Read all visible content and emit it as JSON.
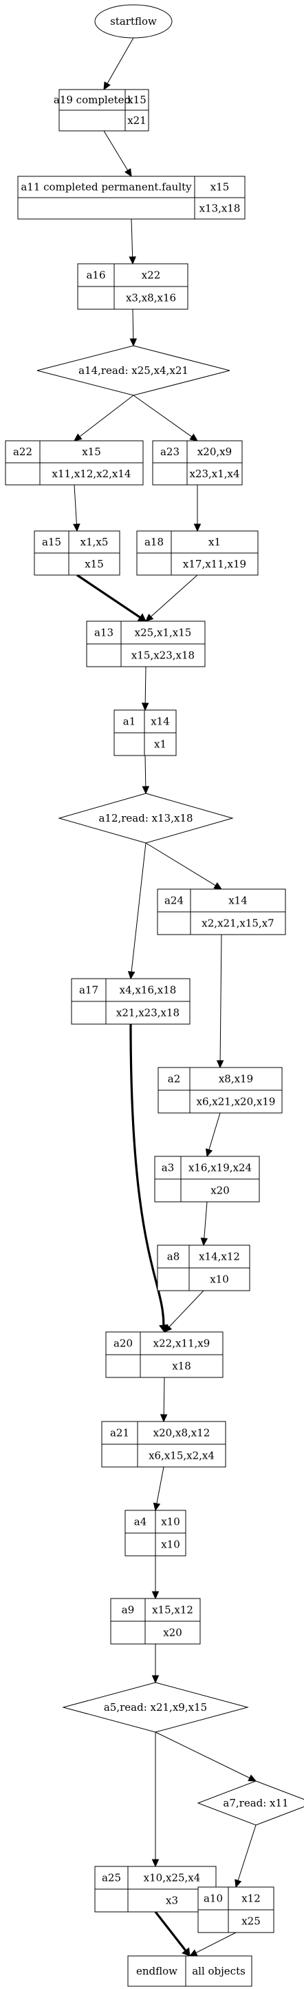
{
  "nodes": [
    {
      "id": "startflow",
      "kind": "ellipse",
      "label": "startflow"
    },
    {
      "id": "a19",
      "kind": "table",
      "name": "a19 completed",
      "top": "x15",
      "bottom": "x21"
    },
    {
      "id": "a11",
      "kind": "table",
      "name": "a11 completed permanent.faulty",
      "top": "x15",
      "bottom": "x13,x18"
    },
    {
      "id": "a16",
      "kind": "table",
      "name": "a16",
      "top": "x22",
      "bottom": "x3,x8,x16"
    },
    {
      "id": "a14",
      "kind": "diamond",
      "label": "a14,read: x25,x4,x21"
    },
    {
      "id": "a22",
      "kind": "table",
      "name": "a22",
      "top": "x15",
      "bottom": "x11,x12,x2,x14"
    },
    {
      "id": "a23",
      "kind": "table",
      "name": "a23",
      "top": "x20,x9",
      "bottom": "x23,x1,x4"
    },
    {
      "id": "a15",
      "kind": "table",
      "name": "a15",
      "top": "x1,x5",
      "bottom": "x15"
    },
    {
      "id": "a18",
      "kind": "table",
      "name": "a18",
      "top": "x1",
      "bottom": "x17,x11,x19"
    },
    {
      "id": "a13",
      "kind": "table",
      "name": "a13",
      "top": "x25,x1,x15",
      "bottom": "x15,x23,x18"
    },
    {
      "id": "a1",
      "kind": "table",
      "name": "a1",
      "top": "x14",
      "bottom": "x1"
    },
    {
      "id": "a12",
      "kind": "diamond",
      "label": "a12,read: x13,x18"
    },
    {
      "id": "a24",
      "kind": "table",
      "name": "a24",
      "top": "x14",
      "bottom": "x2,x21,x15,x7"
    },
    {
      "id": "a17",
      "kind": "table",
      "name": "a17",
      "top": "x4,x16,x18",
      "bottom": "x21,x23,x18"
    },
    {
      "id": "a2",
      "kind": "table",
      "name": "a2",
      "top": "x8,x19",
      "bottom": "x6,x21,x20,x19"
    },
    {
      "id": "a3",
      "kind": "table",
      "name": "a3",
      "top": "x16,x19,x24",
      "bottom": "x20"
    },
    {
      "id": "a8",
      "kind": "table",
      "name": "a8",
      "top": "x14,x12",
      "bottom": "x10"
    },
    {
      "id": "a20",
      "kind": "table",
      "name": "a20",
      "top": "x22,x11,x9",
      "bottom": "x18"
    },
    {
      "id": "a21",
      "kind": "table",
      "name": "a21",
      "top": "x20,x8,x12",
      "bottom": "x6,x15,x2,x4"
    },
    {
      "id": "a4",
      "kind": "table",
      "name": "a4",
      "top": "x10",
      "bottom": "x10"
    },
    {
      "id": "a9",
      "kind": "table",
      "name": "a9",
      "top": "x15,x12",
      "bottom": "x20"
    },
    {
      "id": "a5",
      "kind": "diamond",
      "label": "a5,read: x21,x9,x15"
    },
    {
      "id": "a7",
      "kind": "diamond",
      "label": "a7,read: x11"
    },
    {
      "id": "a25",
      "kind": "table",
      "name": "a25",
      "top": "x10,x25,x4",
      "bottom": "x3"
    },
    {
      "id": "a10",
      "kind": "table",
      "name": "a10",
      "top": "x12",
      "bottom": "x25"
    },
    {
      "id": "endflow",
      "kind": "table1",
      "name": "endflow",
      "top": "all objects"
    }
  ],
  "edges": [
    {
      "from": "startflow",
      "to": "a19"
    },
    {
      "from": "a19",
      "to": "a11"
    },
    {
      "from": "a11",
      "to": "a16"
    },
    {
      "from": "a16",
      "to": "a14"
    },
    {
      "from": "a14",
      "to": "a22"
    },
    {
      "from": "a14",
      "to": "a23"
    },
    {
      "from": "a22",
      "to": "a15"
    },
    {
      "from": "a23",
      "to": "a18"
    },
    {
      "from": "a15",
      "to": "a13",
      "bold": true
    },
    {
      "from": "a18",
      "to": "a13"
    },
    {
      "from": "a13",
      "to": "a1"
    },
    {
      "from": "a1",
      "to": "a12"
    },
    {
      "from": "a12",
      "to": "a17"
    },
    {
      "from": "a12",
      "to": "a24"
    },
    {
      "from": "a24",
      "to": "a2"
    },
    {
      "from": "a2",
      "to": "a3"
    },
    {
      "from": "a3",
      "to": "a8"
    },
    {
      "from": "a17",
      "to": "a20",
      "bold": true
    },
    {
      "from": "a8",
      "to": "a20"
    },
    {
      "from": "a20",
      "to": "a21"
    },
    {
      "from": "a21",
      "to": "a4"
    },
    {
      "from": "a4",
      "to": "a9"
    },
    {
      "from": "a9",
      "to": "a5"
    },
    {
      "from": "a5",
      "to": "a25"
    },
    {
      "from": "a5",
      "to": "a7"
    },
    {
      "from": "a7",
      "to": "a10"
    },
    {
      "from": "a25",
      "to": "endflow",
      "bold": true
    },
    {
      "from": "a10",
      "to": "endflow"
    }
  ]
}
